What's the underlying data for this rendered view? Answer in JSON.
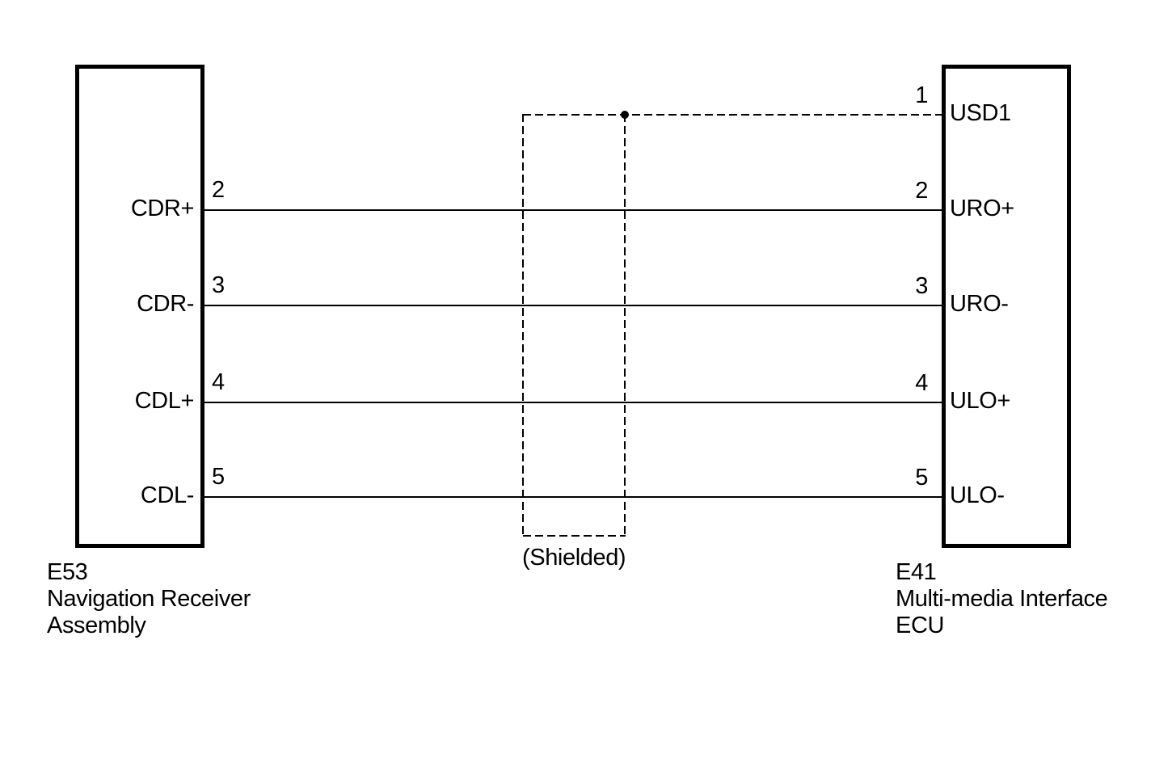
{
  "diagram": {
    "colors": {
      "line": "#000000",
      "background": "#ffffff"
    },
    "left_connector": {
      "code": "E53",
      "name_line1": "Navigation Receiver",
      "name_line2": "Assembly",
      "pins": [
        {
          "number": "2",
          "label": "CDR+"
        },
        {
          "number": "3",
          "label": "CDR-"
        },
        {
          "number": "4",
          "label": "CDL+"
        },
        {
          "number": "5",
          "label": "CDL-"
        }
      ]
    },
    "right_connector": {
      "code": "E41",
      "name_line1": "Multi-media Interface",
      "name_line2": "ECU",
      "pins": [
        {
          "number": "1",
          "label": "USD1"
        },
        {
          "number": "2",
          "label": "URO+"
        },
        {
          "number": "3",
          "label": "URO-"
        },
        {
          "number": "4",
          "label": "ULO+"
        },
        {
          "number": "5",
          "label": "ULO-"
        }
      ]
    },
    "shield": {
      "label": "(Shielded)"
    }
  }
}
